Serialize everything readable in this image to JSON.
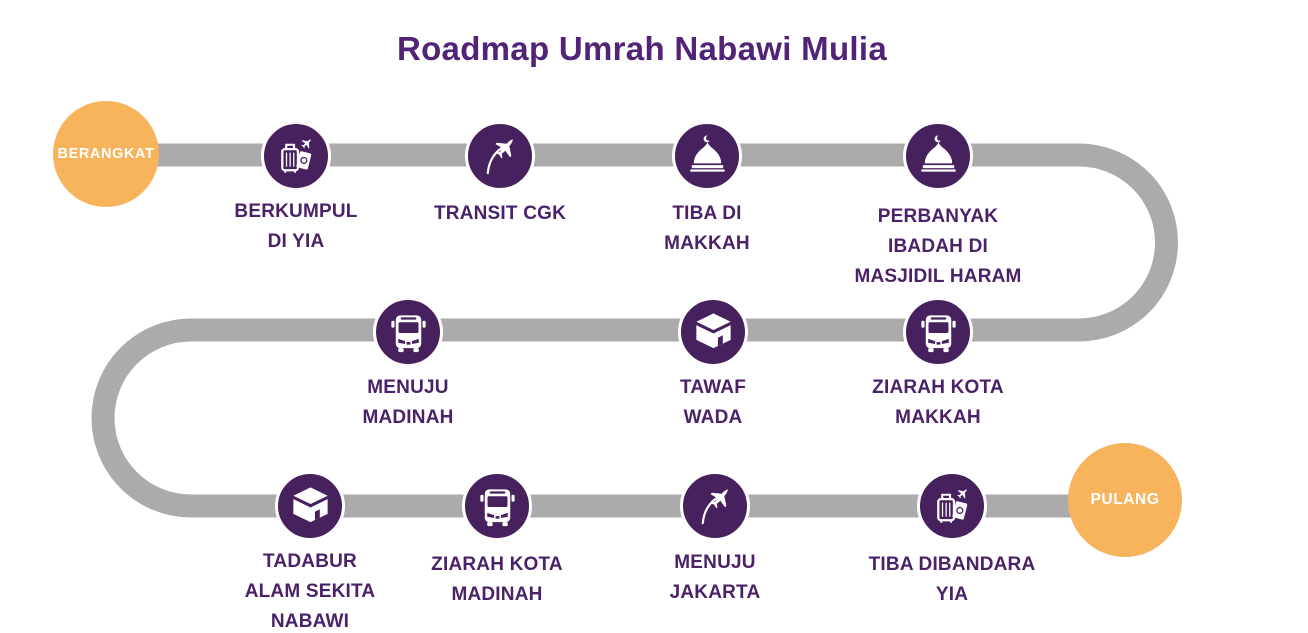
{
  "title": "Roadmap Umrah Nabawi Mulia",
  "colors": {
    "node_purple": "#46215E",
    "label_purple": "#4B2168",
    "title_purple": "#512478",
    "terminal_orange": "#F8B45C",
    "road_gray": "#ABABAB"
  },
  "terminals": {
    "start": {
      "label": "BERANGKAT"
    },
    "end": {
      "label": "PULANG"
    }
  },
  "steps": [
    {
      "label": "BERKUMPUL\nDI YIA",
      "icon": "luggage-passport-icon"
    },
    {
      "label": "TRANSIT CGK",
      "icon": "plane-takeoff-icon"
    },
    {
      "label": "TIBA DI\nMAKKAH",
      "icon": "mosque-dome-icon"
    },
    {
      "label": "PERBANYAK\nIBADAH DI\nMASJIDIL HARAM",
      "icon": "mosque-dome-icon"
    },
    {
      "label": "ZIARAH KOTA\nMAKKAH",
      "icon": "bus-icon"
    },
    {
      "label": "TAWAF\nWADA",
      "icon": "kaaba-icon"
    },
    {
      "label": "MENUJU\nMADINAH",
      "icon": "bus-icon"
    },
    {
      "label": "TADABUR\nALAM SEKITA\nNABAWI",
      "icon": "kaaba-icon"
    },
    {
      "label": "ZIARAH KOTA\nMADINAH",
      "icon": "bus-icon"
    },
    {
      "label": "MENUJU\nJAKARTA",
      "icon": "plane-takeoff-icon"
    },
    {
      "label": "TIBA DIBANDARA\nYIA",
      "icon": "luggage-passport-icon"
    }
  ]
}
